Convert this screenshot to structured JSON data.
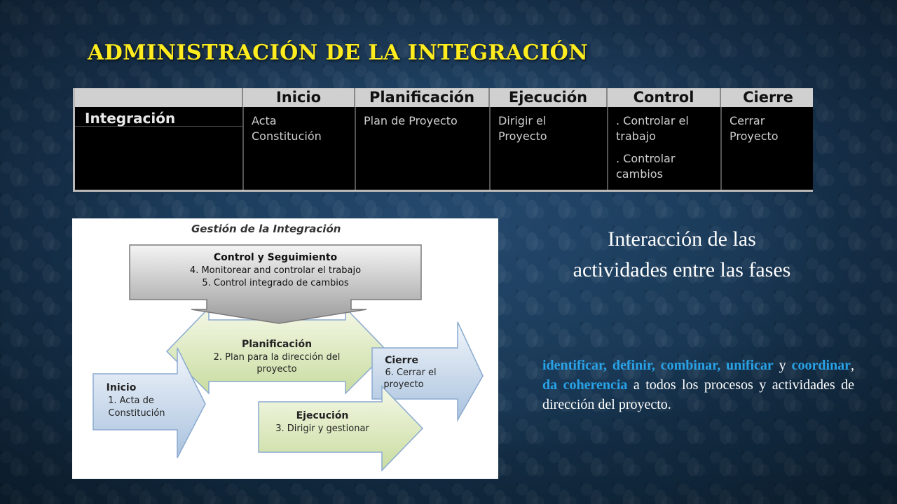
{
  "title": "ADMINISTRACIÓN DE LA INTEGRACIÓN",
  "table": {
    "headers": [
      "Inicio",
      "Planificación",
      "Ejecución",
      "Control",
      "Cierre"
    ],
    "row_label": "Integración",
    "cells": {
      "inicio": [
        "Acta",
        "Constitución"
      ],
      "planificacion": [
        "Plan de Proyecto"
      ],
      "ejecucion": [
        "Dirigir el",
        "Proyecto"
      ],
      "control": [
        ". Controlar el",
        "trabajo",
        ". Controlar",
        "cambios"
      ],
      "cierre": [
        "Cerrar",
        "Proyecto"
      ]
    }
  },
  "diagram": {
    "heading": "Gestión de la Integración",
    "control": {
      "title": "Control y Seguimiento",
      "line1": "4. Monitorear and controlar el trabajo",
      "line2": "5. Control integrado de cambios"
    },
    "planificacion": {
      "title": "Planificación",
      "line1": "2. Plan para la dirección del",
      "line2": "proyecto"
    },
    "cierre": {
      "title": "Cierre",
      "line1": "6. Cerrar el",
      "line2": "proyecto"
    },
    "inicio": {
      "title": "Inicio",
      "line1": "1. Acta de",
      "line2": "Constitución"
    },
    "ejecucion": {
      "title": "Ejecución",
      "line1": "3. Dirigir y gestionar"
    }
  },
  "subtitle": {
    "line1": "Interacción de las",
    "line2": "actividades entre las fases"
  },
  "body": {
    "hl1": "identificar, definir, combinar, unificar",
    "plain1": " y ",
    "hl2": "coordinar",
    "plain2": ", ",
    "hl3": "da coherencia",
    "plain3": " a todos los procesos y actividades de dirección del proyecto."
  },
  "colors": {
    "title": "#ffec1f",
    "highlight": "#29a3e8",
    "background": "#15324f"
  }
}
